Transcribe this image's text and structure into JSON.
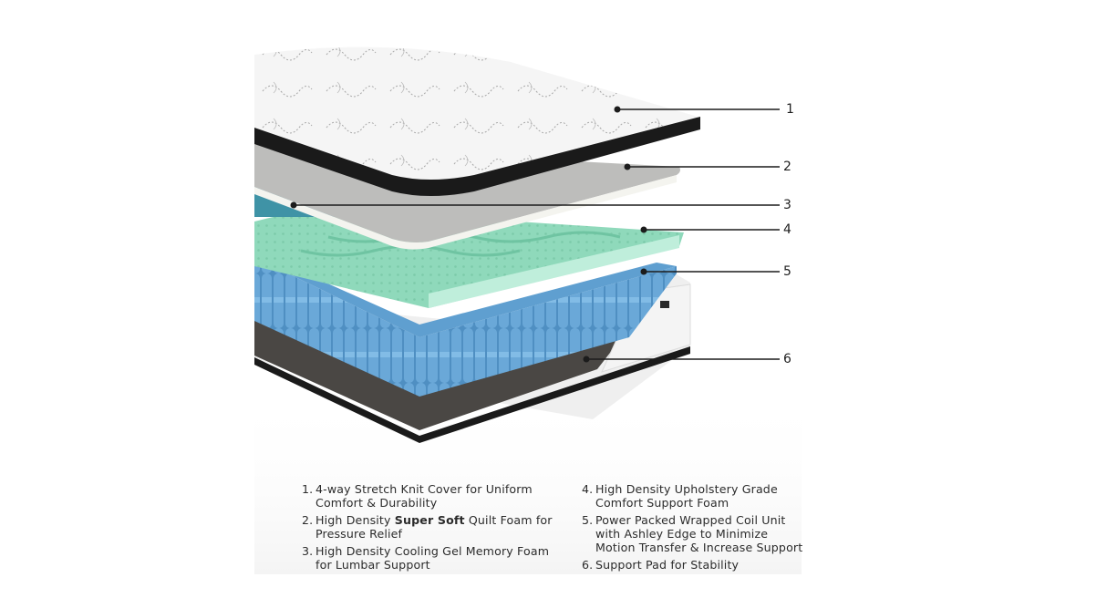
{
  "diagram": {
    "subject": "Layered hybrid mattress cutaway",
    "colors": {
      "background": "#ffffff",
      "cover_top": "#f2f2f2",
      "cover_pattern": "#9a9a9a",
      "cover_edge": "#1a1a1a",
      "quilt_foam": "#bdbdbb",
      "quilt_foam_edge": "#f4f4ef",
      "gel_memory_foam": "#3f93a6",
      "comfort_foam": "#8fd6b8",
      "coils": "#5f9fd0",
      "support_pad": "#4a4744",
      "base_panel": "#f3f3f3",
      "callout_line": "#1c1c1c"
    },
    "callouts": [
      {
        "number": "1",
        "target": "stretch-knit-cover"
      },
      {
        "number": "2",
        "target": "quilt-foam"
      },
      {
        "number": "3",
        "target": "gel-memory-foam"
      },
      {
        "number": "4",
        "target": "comfort-support-foam"
      },
      {
        "number": "5",
        "target": "wrapped-coil-unit"
      },
      {
        "number": "6",
        "target": "support-pad"
      }
    ]
  },
  "legend": {
    "left": [
      {
        "num": "1.",
        "pre": "4-way Stretch Knit Cover for Uniform Comfort & Durability",
        "bold": "",
        "post": ""
      },
      {
        "num": "2.",
        "pre": "High Density ",
        "bold": "Super Soft",
        "post": " Quilt Foam for Pressure Relief"
      },
      {
        "num": "3.",
        "pre": "High Density Cooling Gel Memory Foam for Lumbar Support",
        "bold": "",
        "post": ""
      }
    ],
    "right": [
      {
        "num": "4.",
        "pre": "High Density Upholstery Grade Comfort Support Foam",
        "bold": "",
        "post": ""
      },
      {
        "num": "5.",
        "pre": "Power Packed Wrapped Coil Unit with Ashley Edge to Minimize Motion Transfer & Increase Support",
        "bold": "",
        "post": ""
      },
      {
        "num": "6.",
        "pre": "Support Pad for Stability",
        "bold": "",
        "post": ""
      }
    ]
  }
}
